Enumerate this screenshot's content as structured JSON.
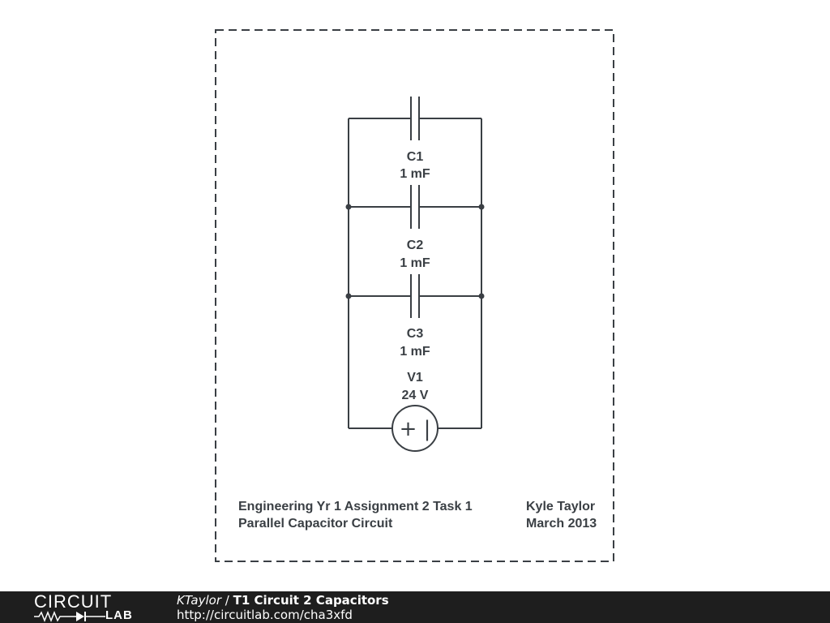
{
  "schematic": {
    "components": [
      {
        "ref": "C1",
        "value": "1 mF"
      },
      {
        "ref": "C2",
        "value": "1 mF"
      },
      {
        "ref": "C3",
        "value": "1 mF"
      },
      {
        "ref": "V1",
        "value": "24 V"
      }
    ],
    "source_symbol": "+ |",
    "title_block": {
      "line1": "Engineering Yr 1 Assignment 2 Task 1",
      "line2": "Parallel Capacitor Circuit",
      "author": "Kyle Taylor",
      "date": "March 2013"
    }
  },
  "footer": {
    "logo_top": "CIRCUIT",
    "logo_bottom": "LAB",
    "author": "KTaylor",
    "separator": " / ",
    "title": "T1 Circuit 2 Capacitors",
    "url": "http://circuitlab.com/cha3xfd"
  }
}
